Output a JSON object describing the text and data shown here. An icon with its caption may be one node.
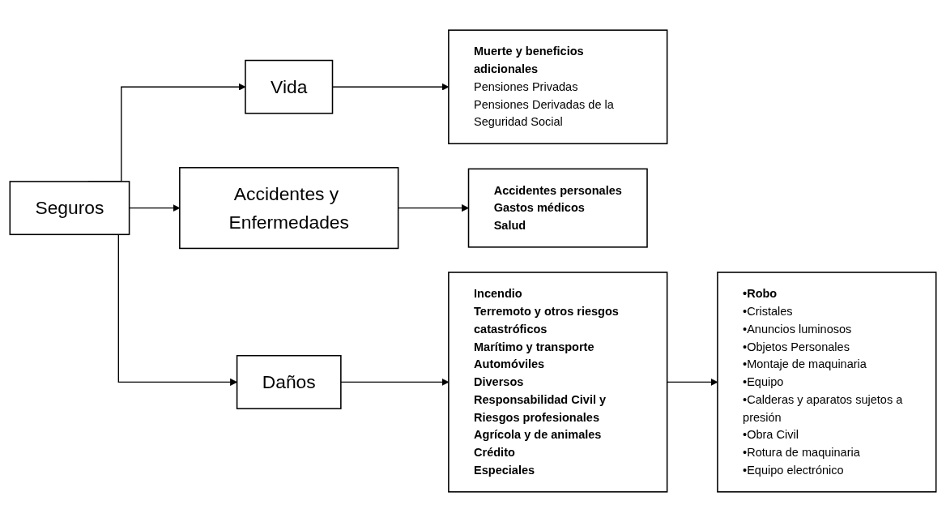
{
  "diagram": {
    "nodes": [
      {
        "text": [
          "Seguros"
        ]
      },
      {
        "text": [
          "Vida"
        ]
      },
      {
        "text": [
          "Accidentes y Enfermedades"
        ]
      },
      {
        "text": [
          "Daños"
        ]
      },
      {
        "text": [
          "Muerte y beneficios adicionales",
          "Pensiones Privadas",
          "Pensiones Derivadas de la Seguridad Social"
        ]
      },
      {
        "text": [
          "Accidentes personales",
          "Gastos médicos",
          "Salud"
        ]
      },
      {
        "text": [
          "Incendio",
          "Terremoto y otros riesgos catastróficos",
          "Marítimo y transporte",
          "Automóviles",
          "Diversos",
          "Responsabilidad Civil y Riesgos profesionales",
          "Agrícola y de animales",
          "Crédito",
          "Especiales"
        ]
      },
      {
        "text": [
          "•Robo",
          "•Cristales",
          "•Anuncios luminosos",
          "•Objetos Personales",
          "•Montaje de maquinaria",
          "•Equipo",
          "•Calderas y aparatos sujetos a presión",
          "•Obra Civil",
          "•Rotura de maquinaria",
          "•Equipo electrónico"
        ]
      }
    ],
    "edges": [
      {
        "from": 0,
        "to": 1,
        "arrow": "to"
      },
      {
        "from": 0,
        "to": 2,
        "arrow": "to"
      },
      {
        "from": 0,
        "to": 3,
        "arrow": "to"
      },
      {
        "from": 1,
        "to": 4,
        "arrow": "to"
      },
      {
        "from": 2,
        "to": 5,
        "arrow": "to"
      },
      {
        "from": 3,
        "to": 6,
        "arrow": "to"
      },
      {
        "from": 6,
        "to": 7,
        "arrow": "to"
      }
    ]
  }
}
